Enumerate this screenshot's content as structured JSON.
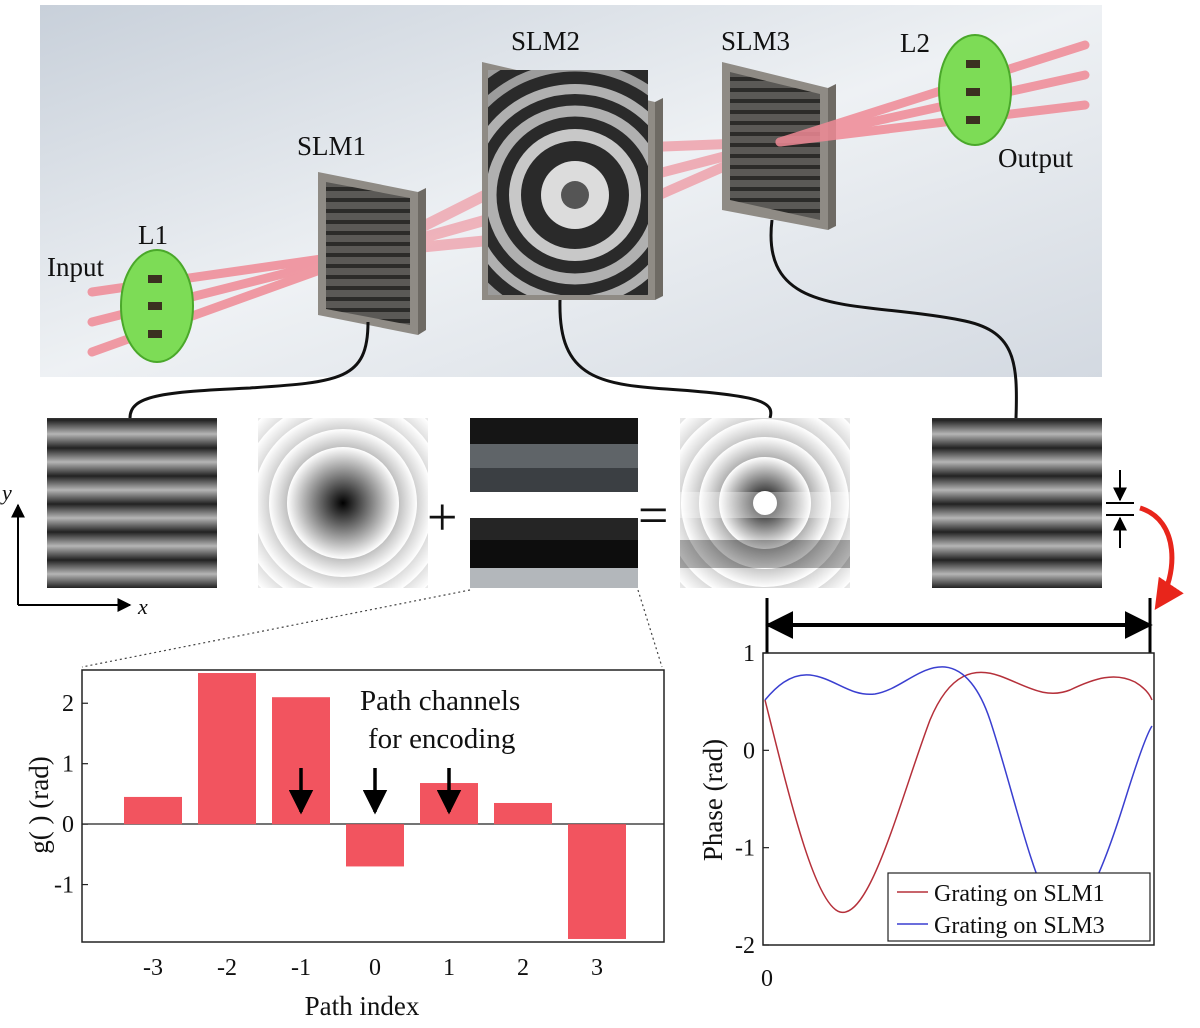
{
  "setup": {
    "labels": {
      "input": "Input",
      "output": "Output",
      "l1": "L1",
      "l2": "L2",
      "slm1": "SLM1",
      "slm2": "SLM2",
      "slm3": "SLM3"
    },
    "colors": {
      "beam": "#f08a96",
      "lens": "#7ddc56",
      "panel_bg": "#dfe4ea",
      "slm_frame": "#8f8b85"
    }
  },
  "holograms": {
    "plus": "+",
    "equals": "=",
    "axis_x": "x",
    "axis_y": "y"
  },
  "bar_chart": {
    "chart_data": {
      "type": "bar",
      "categories": [
        "-3",
        "-2",
        "-1",
        "0",
        "1",
        "2",
        "3"
      ],
      "values": [
        0.45,
        2.5,
        2.1,
        -0.7,
        0.68,
        0.35,
        -1.9
      ],
      "xlabel": "Path index",
      "ylabel": "g(   ) (rad)",
      "ylim": [
        -1.95,
        2.55
      ],
      "yticks": [
        "2",
        "1",
        "0",
        "-1"
      ],
      "color": "#f2545f",
      "grid": false
    },
    "annotation": [
      "Path channels",
      "for encoding"
    ],
    "arrows_at": [
      "-1",
      "0",
      "1"
    ]
  },
  "phase_chart": {
    "chart_data": {
      "type": "line",
      "ylabel": "Phase (rad)",
      "ylim": [
        -2,
        1
      ],
      "yticks": [
        "1",
        "0",
        "-1",
        "-2"
      ],
      "xtick": "0",
      "series": [
        {
          "name": "Grating on SLM1",
          "color": "#b5303a"
        },
        {
          "name": "Grating on SLM3",
          "color": "#3a3fd0"
        }
      ],
      "legend": "bottom-right",
      "grid": false
    }
  }
}
